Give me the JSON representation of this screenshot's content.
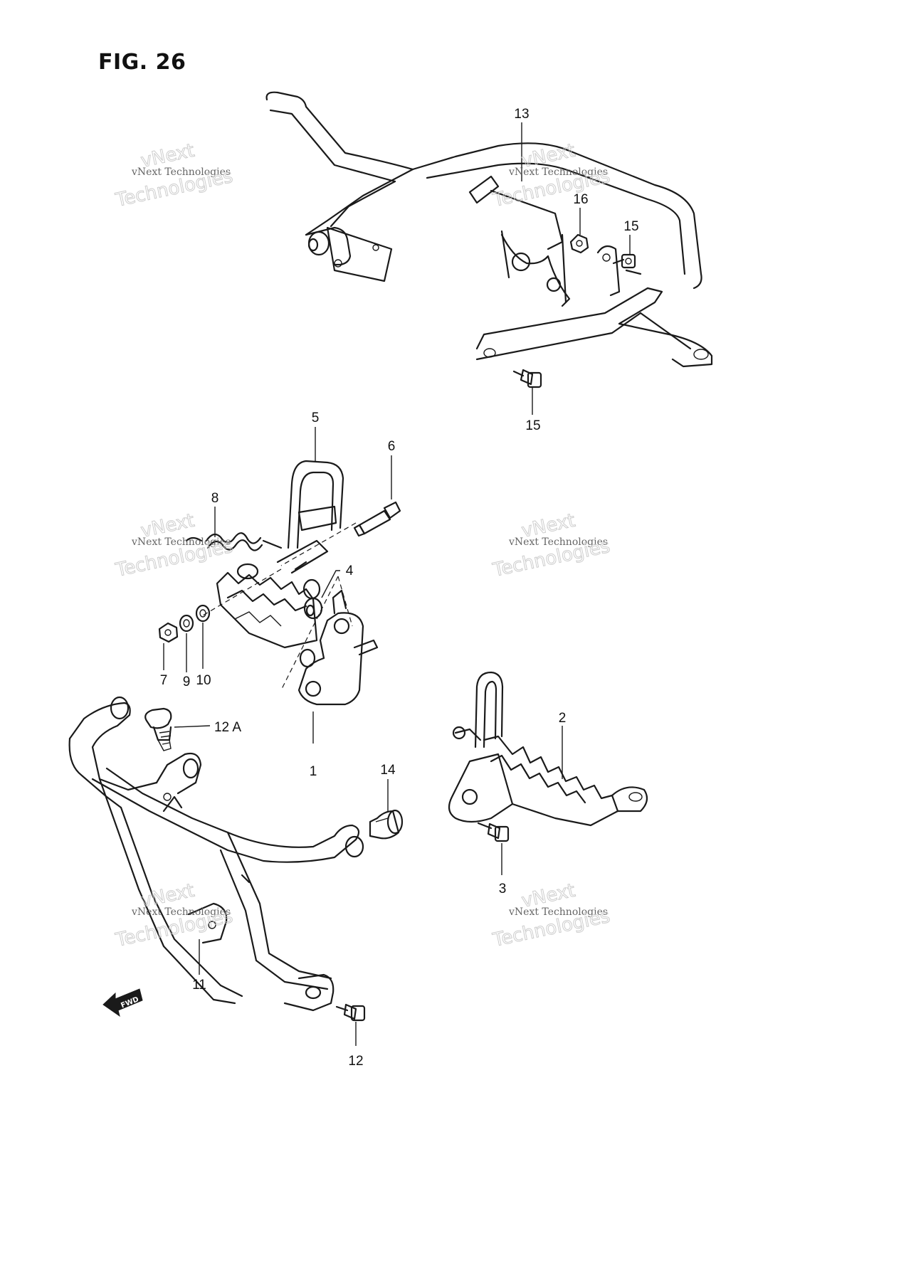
{
  "figure_title": "FIG. 26",
  "watermark": {
    "line1": "vNext Technologies",
    "line2": "vNext",
    "line3": "Technologies"
  },
  "callouts": [
    "1",
    "2",
    "3",
    "4",
    "5",
    "6",
    "7",
    "8",
    "9",
    "10",
    "11",
    "12",
    "12 A",
    "13",
    "14",
    "15",
    "15",
    "16"
  ],
  "fwd_label": "FWD"
}
